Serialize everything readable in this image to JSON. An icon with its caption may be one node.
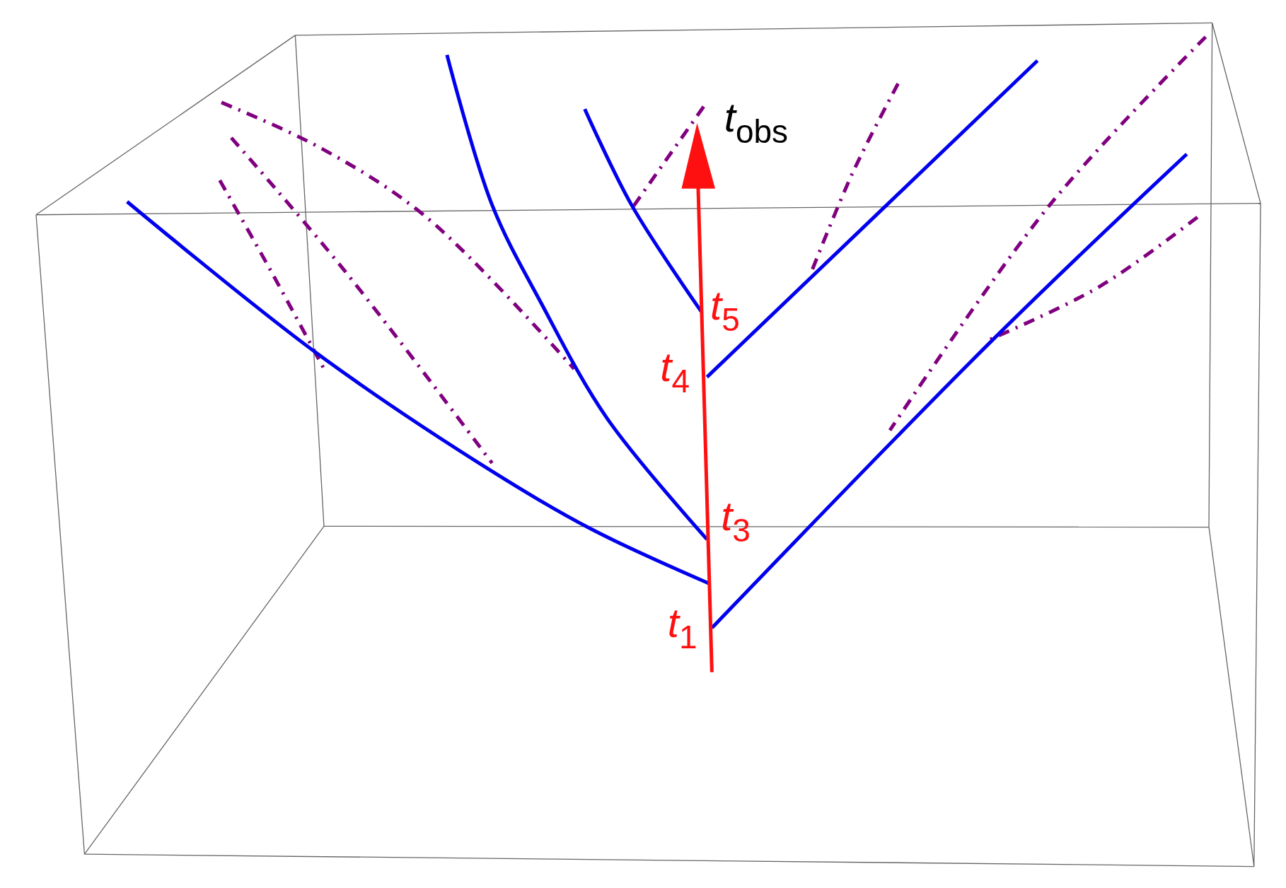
{
  "diagram": {
    "labels": [
      "*t*$_{obs}$",
      "*t*$_{5}$",
      "*t*$_{4}$",
      "*t*$_{3}$",
      "*t*$_{1}$"
    ]
  }
}
